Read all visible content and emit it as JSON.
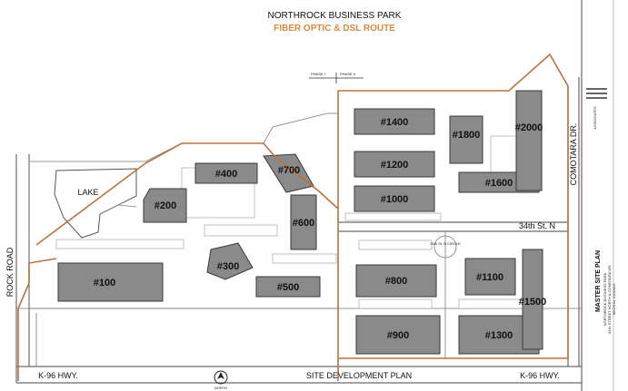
{
  "header": {
    "title": "NORTHROCK BUSINESS PARK",
    "subtitle": "FIBER OPTIC & DSL ROUTE"
  },
  "colors": {
    "fiber_route": "#c0703a",
    "building": "#8a8a8a"
  },
  "phase_marker": {
    "left": "PHASE I",
    "right": "PHASE II"
  },
  "roads": {
    "rock_road": "ROCK ROAD",
    "comotara": "COMOTARA DR.",
    "k96_left": "K-96 HWY.",
    "k96_right": "K-96 HWY.",
    "street_34th": "34th St. N",
    "circle": "34th St. N CIRCLE"
  },
  "features": {
    "lake": "LAKE",
    "north": "NORTH"
  },
  "bottom_label": "SITE DEVELOPMENT PLAN",
  "buildings": [
    "#100",
    "#200",
    "#300",
    "#400",
    "#500",
    "#600",
    "#700",
    "#800",
    "#900",
    "#1000",
    "#1100",
    "#1200",
    "#1300",
    "#1400",
    "#1500",
    "#1600",
    "#1800",
    "#2000"
  ],
  "title_block": {
    "firm": "ASSOCIATES",
    "sheet": "MASTER SITE PLAN",
    "project": "NORTHROCK BUSINESS PARK",
    "address": "34 th STREET NORTH & COMOTARA DR.",
    "city": "WICHITA, KANSAS"
  }
}
